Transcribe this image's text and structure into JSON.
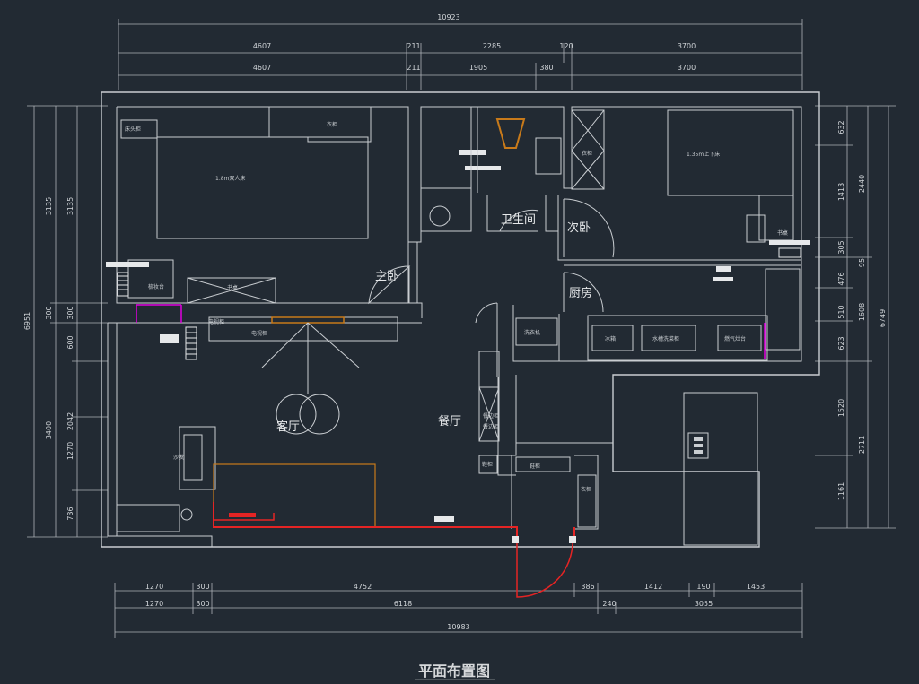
{
  "title": "平面布置图",
  "dims": {
    "top_total": "10923",
    "top_row1": [
      "4607",
      "211",
      "2285",
      "120",
      "3700"
    ],
    "top_row2": [
      "4607",
      "211",
      "1905",
      "380",
      "3700"
    ],
    "bottom_row1": [
      "1270",
      "300",
      "4752",
      "386",
      "1412",
      "190",
      "1453"
    ],
    "bottom_row2": [
      "1270",
      "300",
      "6118",
      "240",
      "3055"
    ],
    "bottom_total": "10983",
    "left_outer": "6951",
    "left_mid": [
      "3135",
      "300",
      "3400"
    ],
    "left_inner": [
      "3135",
      "300",
      "600",
      "1270",
      "2042",
      "736"
    ],
    "right_inner": [
      "632",
      "1413",
      "305",
      "476",
      "510",
      "623",
      "1520",
      "1161"
    ],
    "right_mid": [
      "2440",
      "95",
      "1608",
      "2711"
    ],
    "right_outer": "6749"
  },
  "rooms": {
    "master_bedroom": "主卧",
    "bathroom": "卫生间",
    "second_bedroom": "次卧",
    "kitchen": "厨房",
    "living_room": "客厅",
    "dining_room": "餐厅"
  },
  "fixtures": {
    "bed_master": "1.8m双人床",
    "bed_second": "1.35m上下床",
    "nightstand": "床头柜",
    "wardrobe1": "衣柜",
    "wardrobe2": "衣柜",
    "dresser": "梳妆台",
    "desk": "书桌",
    "tv_cabinet": "电视柜",
    "tv_cabinet2": "电视柜",
    "washer": "洗衣机",
    "fridge": "冰箱",
    "sink_cabinet": "水槽洗菜柜",
    "stove": "燃气灶台",
    "dining_cabinet": "餐边柜",
    "dining_cabinet2": "餐边柜",
    "shoe_cabinet": "鞋柜",
    "shoe_cabinet2": "鞋柜",
    "sofa": "沙发",
    "desk_right": "书桌",
    "bathroom_cabinet": "衣柜"
  }
}
